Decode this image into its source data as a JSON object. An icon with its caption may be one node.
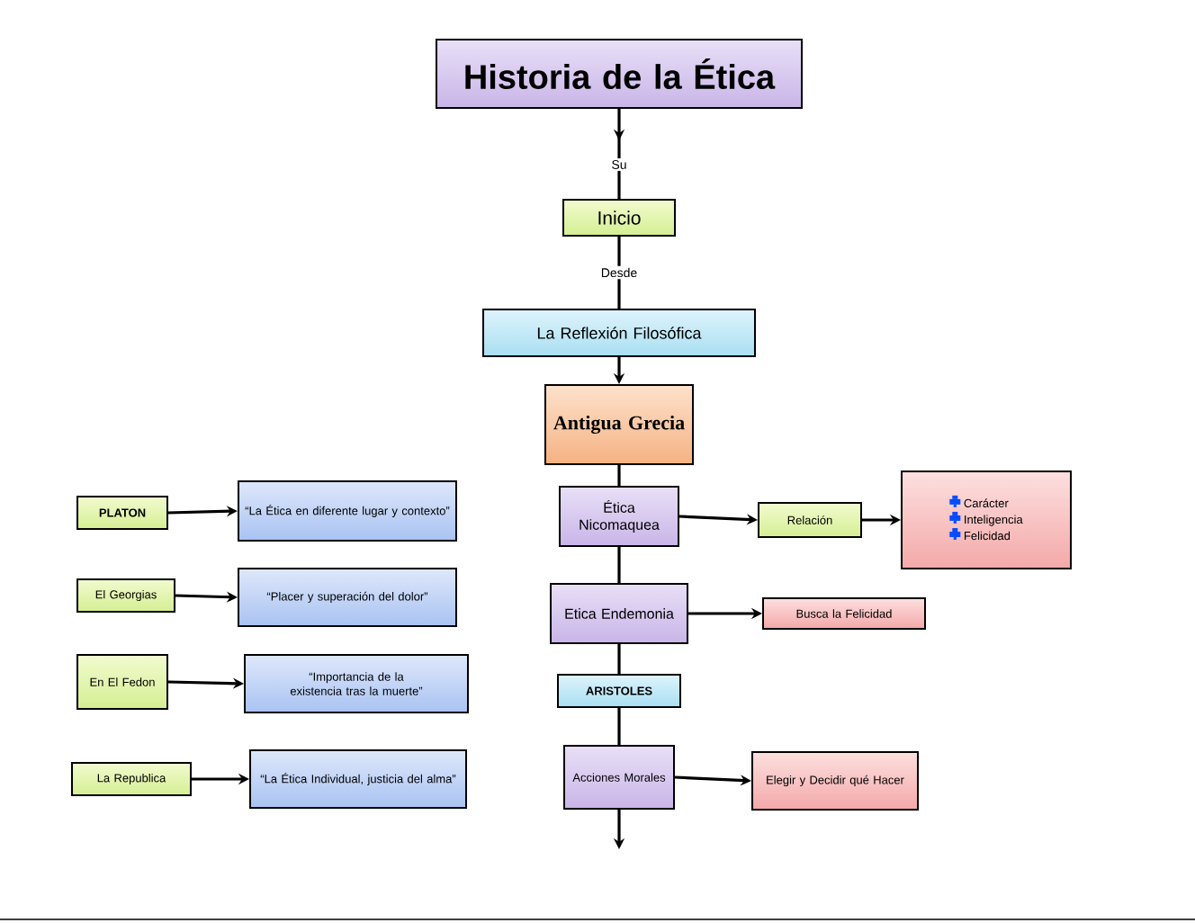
{
  "diagram": {
    "nodes": [
      {
        "text": [
          "Historia de la Ética"
        ]
      },
      {
        "text": [
          "Inicio"
        ]
      },
      {
        "text": [
          "La Reflexión Filosófica"
        ]
      },
      {
        "text": [
          "Antigua Grecia"
        ]
      },
      {
        "text": [
          "Ética Nicomaquea"
        ]
      },
      {
        "text": [
          "Relación"
        ]
      },
      {
        "text": [
          "Carácter",
          "Inteligencia",
          "Felicidad"
        ]
      },
      {
        "text": [
          "Etica Endemonia"
        ]
      },
      {
        "text": [
          "Busca la Felicidad"
        ]
      },
      {
        "text": [
          "ARISTOLES"
        ]
      },
      {
        "text": [
          "Acciones Morales"
        ]
      },
      {
        "text": [
          "Elegir y Decidir qué Hacer"
        ]
      },
      {
        "text": [
          "PLATON"
        ]
      },
      {
        "text": [
          "“La Ética en diferente lugar y contexto”"
        ]
      },
      {
        "text": [
          "El Georgias"
        ]
      },
      {
        "text": [
          "“Placer y superación del dolor”"
        ]
      },
      {
        "text": [
          "En El Fedon"
        ]
      },
      {
        "text": [
          "“Importancia de la existencia tras la muerte”"
        ]
      },
      {
        "text": [
          "La Republica"
        ]
      },
      {
        "text": [
          "“La Ética Individual, justicia del alma”"
        ]
      }
    ],
    "edges": [
      {
        "from": 0,
        "to": 1,
        "arrow": "to",
        "label": "Su"
      },
      {
        "from": 1,
        "to": 2,
        "arrow": "none",
        "label": "Desde"
      },
      {
        "from": 2,
        "to": 3,
        "arrow": "to"
      },
      {
        "from": 3,
        "to": 4,
        "arrow": "none"
      },
      {
        "from": 4,
        "to": 5,
        "arrow": "to"
      },
      {
        "from": 5,
        "to": 6,
        "arrow": "to"
      },
      {
        "from": 4,
        "to": 7,
        "arrow": "none"
      },
      {
        "from": 7,
        "to": 8,
        "arrow": "to"
      },
      {
        "from": 7,
        "to": 9,
        "arrow": "none"
      },
      {
        "from": 9,
        "to": 10,
        "arrow": "none"
      },
      {
        "from": 10,
        "to": 11,
        "arrow": "to"
      },
      {
        "from": 10,
        "to": null,
        "arrow": "to"
      },
      {
        "from": 12,
        "to": 13,
        "arrow": "to"
      },
      {
        "from": 14,
        "to": 15,
        "arrow": "to"
      },
      {
        "from": 16,
        "to": 17,
        "arrow": "to"
      },
      {
        "from": 18,
        "to": 19,
        "arrow": "to"
      }
    ]
  }
}
